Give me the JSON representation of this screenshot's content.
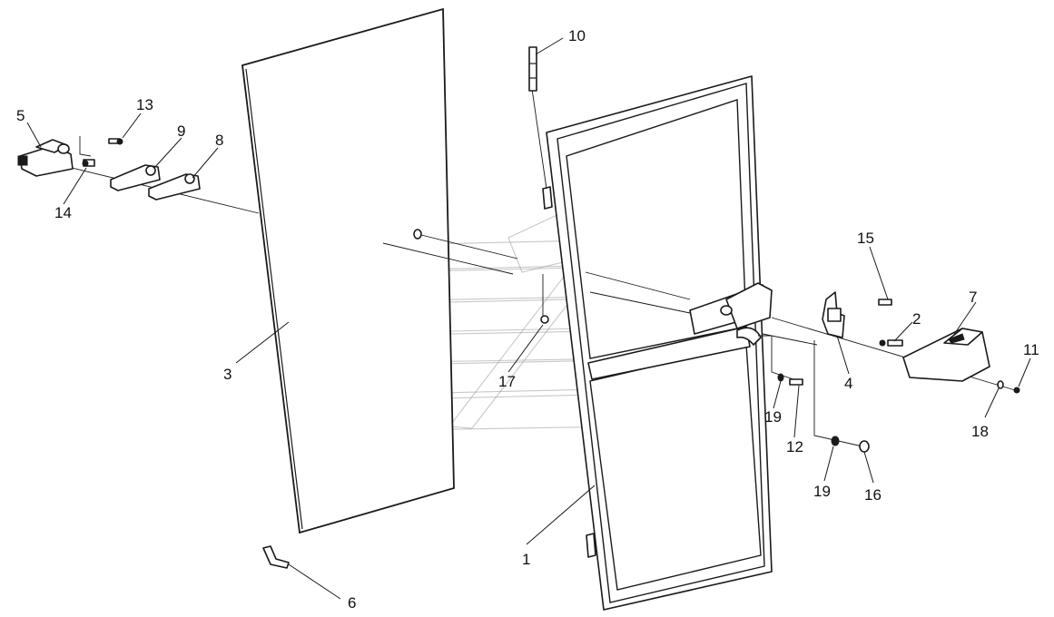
{
  "diagram": {
    "title": "",
    "callouts": [
      {
        "id": "c1",
        "text": "1"
      },
      {
        "id": "c2",
        "text": "2"
      },
      {
        "id": "c3",
        "text": "3"
      },
      {
        "id": "c4",
        "text": "4"
      },
      {
        "id": "c5",
        "text": "5"
      },
      {
        "id": "c6",
        "text": "6"
      },
      {
        "id": "c7",
        "text": "7"
      },
      {
        "id": "c8",
        "text": "8"
      },
      {
        "id": "c9",
        "text": "9"
      },
      {
        "id": "c10",
        "text": "10"
      },
      {
        "id": "c11",
        "text": "11"
      },
      {
        "id": "c12",
        "text": "12"
      },
      {
        "id": "c13",
        "text": "13"
      },
      {
        "id": "c14",
        "text": "14"
      },
      {
        "id": "c15",
        "text": "15"
      },
      {
        "id": "c16",
        "text": "16"
      },
      {
        "id": "c17",
        "text": "17"
      },
      {
        "id": "c18",
        "text": "18"
      },
      {
        "id": "c19a",
        "text": "19"
      },
      {
        "id": "c19b",
        "text": "19"
      }
    ]
  },
  "colors": {
    "line": "#1a1a1a",
    "background": "#ffffff",
    "watermark": "#9a9a9a"
  }
}
